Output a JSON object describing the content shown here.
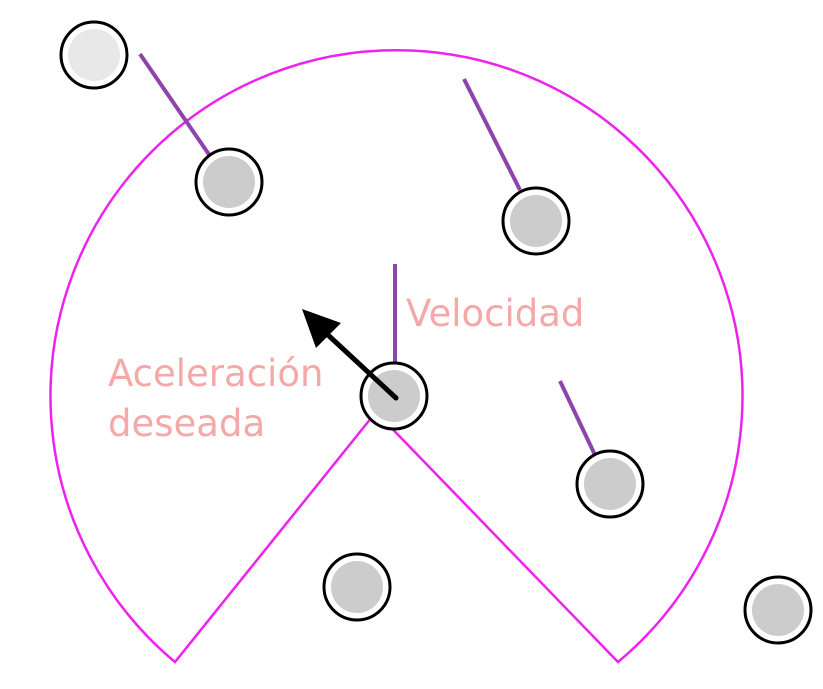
{
  "labels": {
    "velocity": "Velocidad",
    "desired_acceleration_line1": "Aceleración",
    "desired_acceleration_line2": "deseada"
  },
  "colors": {
    "vision_region": "#ee22ee",
    "velocity_line": "#8e44ad",
    "label_text": "#f5a8a8",
    "arrow": "#000000",
    "agent_fill": "#cccccc",
    "far_agent_fill": "#e8e8e8",
    "agent_outline": "#000000"
  },
  "icons": {
    "acceleration_arrow": "arrow-up-left-icon"
  }
}
